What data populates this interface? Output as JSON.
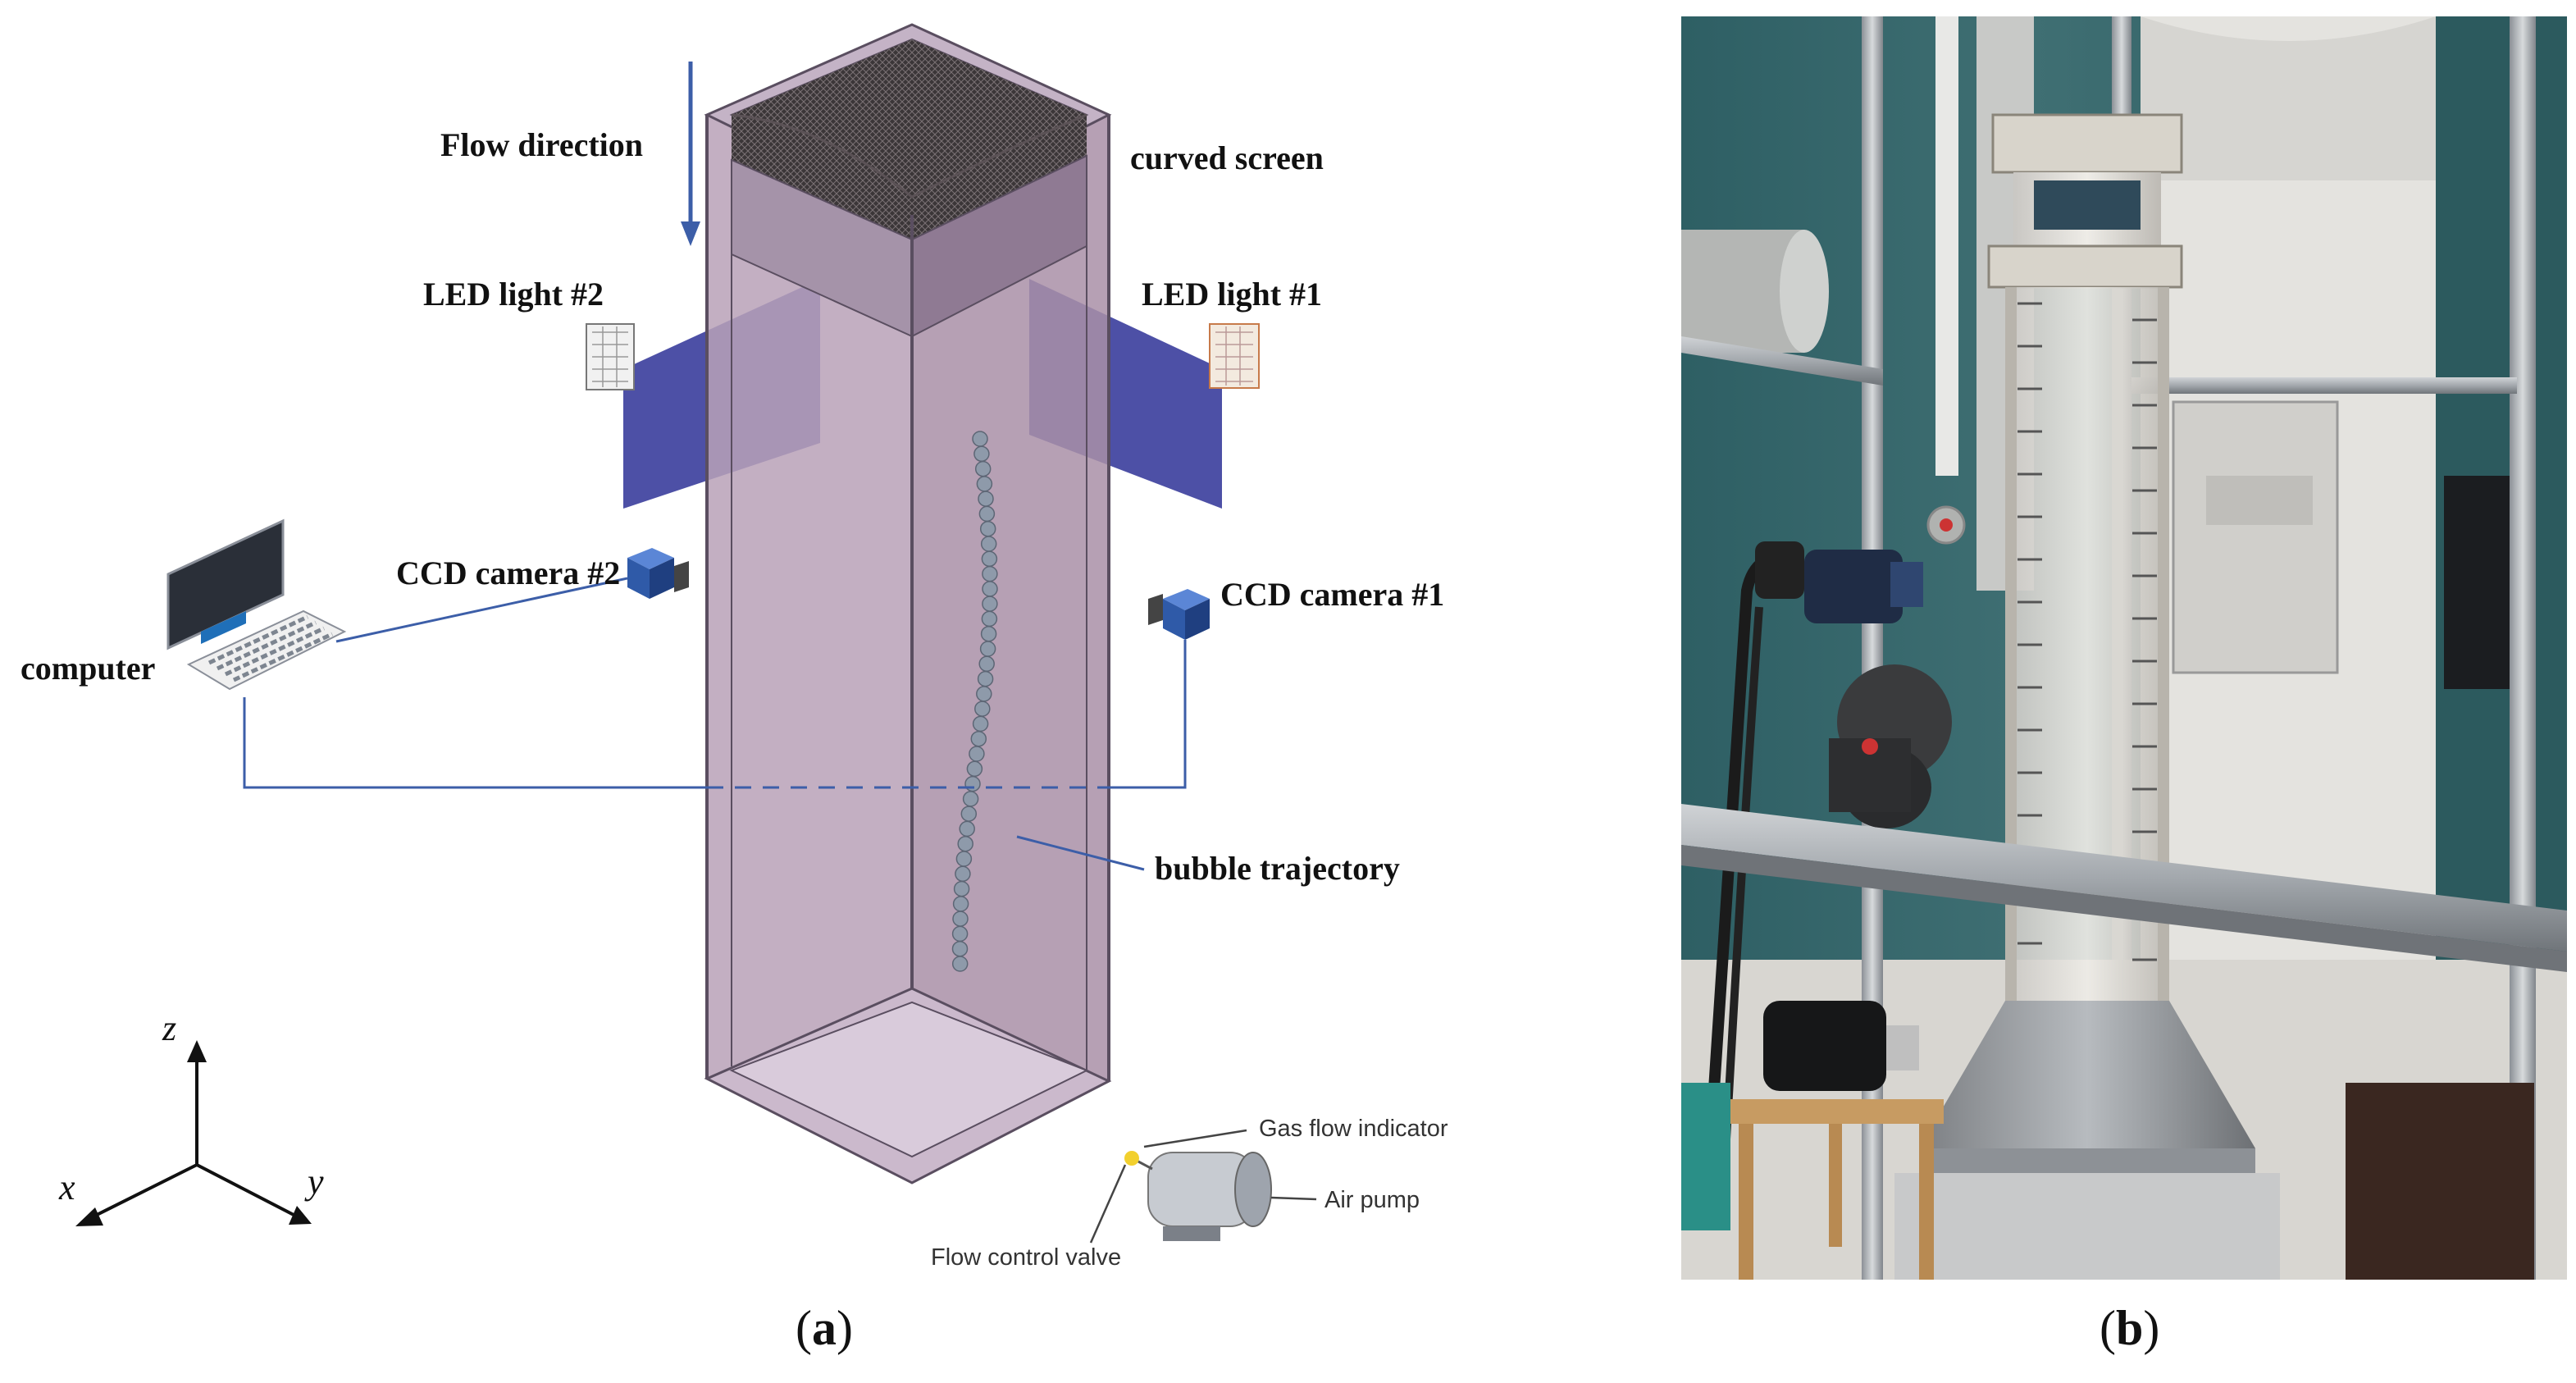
{
  "panel_a": {
    "labels": {
      "flow_direction": "Flow direction",
      "curved_screen": "curved screen",
      "led_2": "LED light #2",
      "led_1": "LED light #1",
      "ccd_2": "CCD camera #2",
      "ccd_1": "CCD camera #1",
      "computer": "computer",
      "bubble_trajectory": "bubble trajectory",
      "gas_flow_indicator": "Gas flow indicator",
      "air_pump": "Air pump",
      "flow_control_valve": "Flow control valve"
    },
    "axes": {
      "z": "z",
      "x": "x",
      "y": "y"
    },
    "caption": {
      "open": "(",
      "letter": "a",
      "close": ")"
    }
  },
  "panel_b": {
    "caption": {
      "open": "(",
      "letter": "b",
      "close": ")"
    }
  },
  "colors": {
    "tank_fill": "#b9a1b7",
    "tank_edge": "#5a4e60",
    "led_panel": "#3a3d9c",
    "camera": "#2f5aa8",
    "arrow": "#3c5ea8",
    "bubble": "#8e9aaa"
  }
}
